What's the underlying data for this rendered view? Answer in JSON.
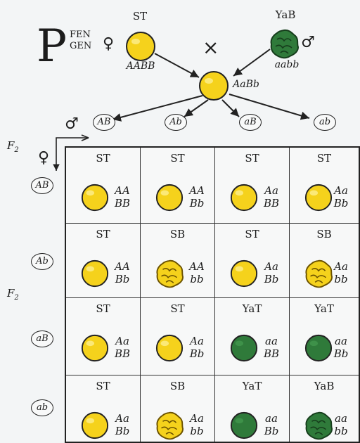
{
  "parents": {
    "p_symbol": "P",
    "row_labels": [
      "FEN",
      "GEN"
    ],
    "female_symbol": "♀",
    "male_symbol": "♂",
    "cross_symbol": "×",
    "mother": {
      "phenotype": "ST",
      "genotype": "AABB",
      "seed": "yellow-smooth"
    },
    "father": {
      "phenotype": "YaB",
      "genotype": "aabb",
      "seed": "green-wrinkled"
    },
    "f1": {
      "genotype": "AaBb",
      "seed": "yellow-smooth"
    }
  },
  "gametes": {
    "male_symbol": "♂",
    "female_symbol": "♀",
    "male": [
      "AB",
      "Ab",
      "aB",
      "ab"
    ],
    "female": [
      "AB",
      "Ab",
      "aB",
      "ab"
    ]
  },
  "f2_label": "F",
  "f2_sub": "2",
  "grid": [
    [
      {
        "phenotype": "ST",
        "g1": "AA",
        "g2": "BB",
        "seed": "yellow-smooth"
      },
      {
        "phenotype": "ST",
        "g1": "AA",
        "g2": "Bb",
        "seed": "yellow-smooth"
      },
      {
        "phenotype": "ST",
        "g1": "Aa",
        "g2": "BB",
        "seed": "yellow-smooth"
      },
      {
        "phenotype": "ST",
        "g1": "Aa",
        "g2": "Bb",
        "seed": "yellow-smooth"
      }
    ],
    [
      {
        "phenotype": "ST",
        "g1": "AA",
        "g2": "Bb",
        "seed": "yellow-smooth"
      },
      {
        "phenotype": "SB",
        "g1": "AA",
        "g2": "bb",
        "seed": "yellow-wrinkled"
      },
      {
        "phenotype": "ST",
        "g1": "Aa",
        "g2": "Bb",
        "seed": "yellow-smooth"
      },
      {
        "phenotype": "SB",
        "g1": "Aa",
        "g2": "bb",
        "seed": "yellow-wrinkled"
      }
    ],
    [
      {
        "phenotype": "ST",
        "g1": "Aa",
        "g2": "BB",
        "seed": "yellow-smooth"
      },
      {
        "phenotype": "ST",
        "g1": "Aa",
        "g2": "Bb",
        "seed": "yellow-smooth"
      },
      {
        "phenotype": "YaT",
        "g1": "aa",
        "g2": "BB",
        "seed": "green-smooth"
      },
      {
        "phenotype": "YaT",
        "g1": "aa",
        "g2": "Bb",
        "seed": "green-smooth"
      }
    ],
    [
      {
        "phenotype": "ST",
        "g1": "Aa",
        "g2": "Bb",
        "seed": "yellow-smooth"
      },
      {
        "phenotype": "SB",
        "g1": "Aa",
        "g2": "bb",
        "seed": "yellow-wrinkled"
      },
      {
        "phenotype": "YaT",
        "g1": "aa",
        "g2": "Bb",
        "seed": "green-smooth"
      },
      {
        "phenotype": "YaB",
        "g1": "aa",
        "g2": "bb",
        "seed": "green-wrinkled"
      }
    ]
  ],
  "colors": {
    "yellow": "#f5d21c",
    "green": "#2f7a3a",
    "line": "#222222"
  }
}
